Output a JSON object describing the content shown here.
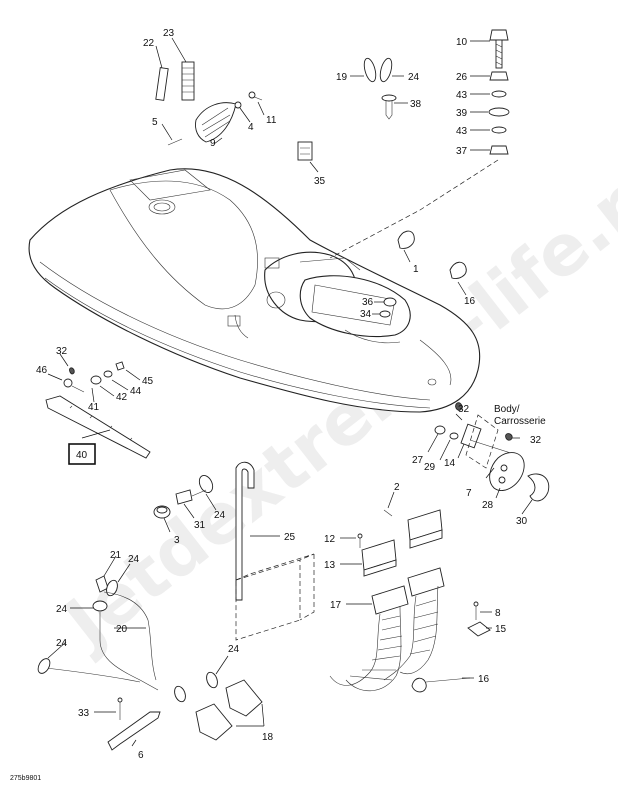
{
  "body_label": {
    "line1": "Body/",
    "line2": "Carrosserie"
  },
  "ref_code": "275b9801",
  "boxed_callout": "40",
  "watermark": "Jetdextreme-life.ru",
  "callouts": {
    "c10": "10",
    "c26": "26",
    "c43a": "43",
    "c39": "39",
    "c43b": "43",
    "c37": "37",
    "c22": "22",
    "c23": "23",
    "c19": "19",
    "c24a": "24",
    "c38": "38",
    "c5": "5",
    "c9": "9",
    "c4": "4",
    "c11": "11",
    "c35": "35",
    "c1": "1",
    "c16a": "16",
    "c36": "36",
    "c34": "34",
    "c32a": "32",
    "c46": "46",
    "c45": "45",
    "c44": "44",
    "c42": "42",
    "c41": "41",
    "c32b": "32",
    "c32c": "32",
    "c27": "27",
    "c29": "29",
    "c14": "14",
    "c7": "7",
    "c28": "28",
    "c30": "30",
    "c2": "2",
    "c12": "12",
    "c13": "13",
    "c24b": "24",
    "c31": "31",
    "c3": "3",
    "c25": "25",
    "c21": "21",
    "c24c": "24",
    "c24d": "24",
    "c20": "20",
    "c24e": "24",
    "c17": "17",
    "c8": "8",
    "c15": "15",
    "c16b": "16",
    "c24f": "24",
    "c33": "33",
    "c6": "6",
    "c18": "18"
  }
}
